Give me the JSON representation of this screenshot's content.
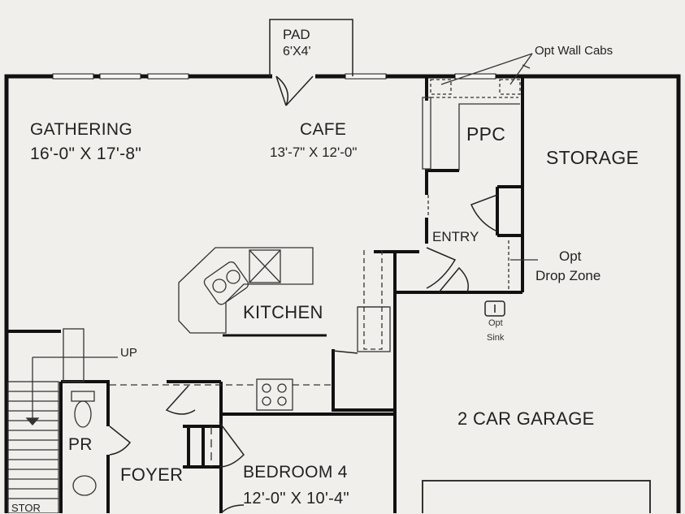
{
  "rooms": {
    "gathering": {
      "name": "GATHERING",
      "dims": "16'-0\" X 17'-8\""
    },
    "cafe": {
      "name": "CAFE",
      "dims": "13'-7\" X 12'-0\""
    },
    "pad": {
      "name": "PAD",
      "dims": "6'X4'"
    },
    "ppc": {
      "name": "PPC"
    },
    "storage": {
      "name": "STORAGE"
    },
    "entry": {
      "name": "ENTRY"
    },
    "kitchen": {
      "name": "KITCHEN"
    },
    "garage": {
      "name": "2 CAR GARAGE"
    },
    "pr": {
      "name": "PR"
    },
    "foyer": {
      "name": "FOYER"
    },
    "bedroom4": {
      "name": "BEDROOM 4",
      "dims": "12'-0\" X 10'-4\""
    },
    "stor": {
      "name": "STOR"
    }
  },
  "annotations": {
    "wall_cabs": "Opt Wall Cabs",
    "drop_zone_1": "Opt",
    "drop_zone_2": "Drop Zone",
    "sink_1": "Opt",
    "sink_2": "Sink",
    "stairs_up": "UP"
  }
}
